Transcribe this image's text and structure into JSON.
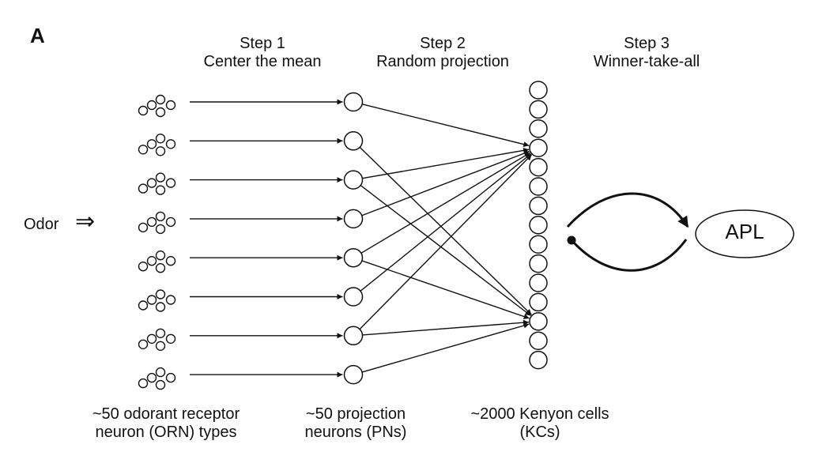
{
  "panel_letter": "A",
  "steps": [
    {
      "title": "Step 1",
      "subtitle": "Center the mean"
    },
    {
      "title": "Step 2",
      "subtitle": "Random projection"
    },
    {
      "title": "Step 3",
      "subtitle": "Winner-take-all"
    }
  ],
  "input_label": "Odor",
  "input_arrow": "⇒",
  "layers": {
    "orn": {
      "line1": "~50 odorant receptor",
      "line2": "neuron (ORN) types",
      "groups_shown": 8
    },
    "pn": {
      "line1": "~50 projection",
      "line2": "neurons (PNs)",
      "nodes_shown": 8
    },
    "kc": {
      "line1": "~2000 Kenyon cells",
      "line2": "(KCs)",
      "nodes_shown": 15
    }
  },
  "inhibitory_node": "APL",
  "connections": {
    "orn_to_pn": [
      [
        0,
        0
      ],
      [
        1,
        1
      ],
      [
        2,
        2
      ],
      [
        3,
        3
      ],
      [
        4,
        4
      ],
      [
        5,
        5
      ],
      [
        6,
        6
      ],
      [
        7,
        7
      ]
    ],
    "pn_to_kc": [
      [
        0,
        3
      ],
      [
        1,
        12
      ],
      [
        2,
        3
      ],
      [
        2,
        12
      ],
      [
        3,
        3
      ],
      [
        4,
        3
      ],
      [
        4,
        12
      ],
      [
        5,
        3
      ],
      [
        6,
        3
      ],
      [
        6,
        12
      ],
      [
        7,
        12
      ]
    ]
  }
}
